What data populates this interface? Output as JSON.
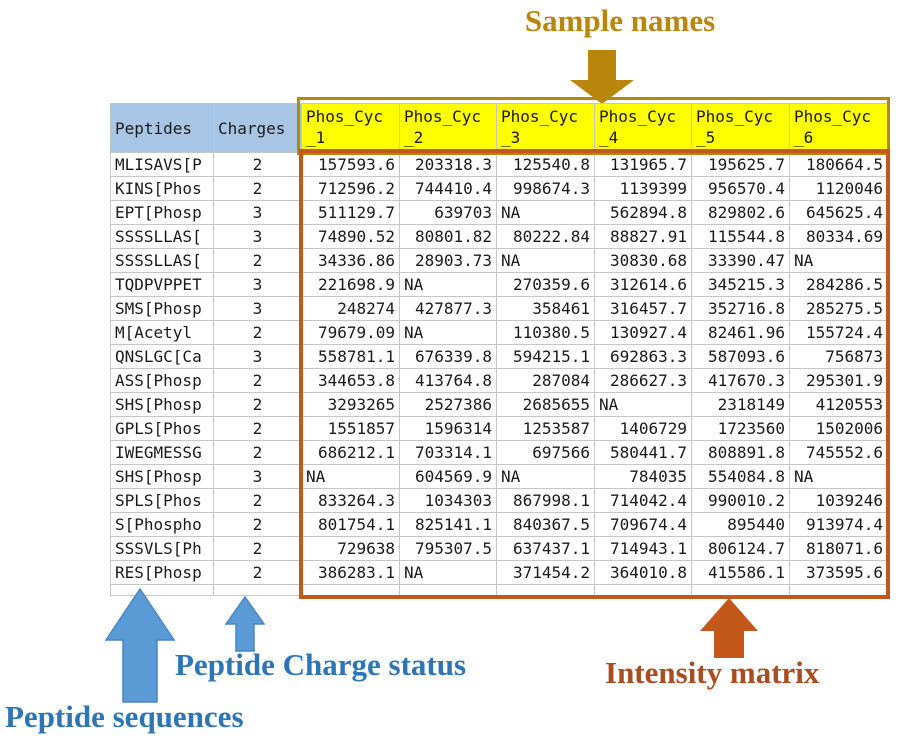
{
  "annotations": {
    "sample_names_label": "Sample names",
    "peptide_sequences_label": "Peptide sequences",
    "peptide_charge_status_label": "Peptide Charge status",
    "intensity_matrix_label": "Intensity matrix"
  },
  "colors": {
    "header_fill": "#a9c5e5",
    "sample_header_fill": "#ffff00",
    "sample_box_border": "#b8860b",
    "sample_annotation": "#b8860b",
    "intensity_box_border": "#c4571a",
    "intensity_annotation_text": "#a84e22",
    "blue_annotation_arrow": "#5b9bd5",
    "blue_annotation_text": "#2e75b6",
    "gridline": "#c6c6c6"
  },
  "table": {
    "peptides_header": "Peptides",
    "charges_header": "Charges",
    "missing_value_text": "NA",
    "sample_columns": [
      {
        "l1": "Phos_Cyc",
        "l2": "_1"
      },
      {
        "l1": "Phos_Cyc",
        "l2": "_2"
      },
      {
        "l1": "Phos_Cyc",
        "l2": "_3"
      },
      {
        "l1": "Phos_Cyc",
        "l2": "_4"
      },
      {
        "l1": "Phos_Cyc",
        "l2": "_5"
      },
      {
        "l1": "Phos_Cyc",
        "l2": "_6"
      }
    ],
    "rows": [
      {
        "peptide": "MLISAVS[P",
        "charge": "2",
        "values": [
          "157593.6",
          "203318.3",
          "125540.8",
          "131965.7",
          "195625.7",
          "180664.5"
        ]
      },
      {
        "peptide": "KINS[Phos",
        "charge": "2",
        "values": [
          "712596.2",
          "744410.4",
          "998674.3",
          "1139399",
          "956570.4",
          "1120046"
        ]
      },
      {
        "peptide": "EPT[Phosp",
        "charge": "3",
        "values": [
          "511129.7",
          "639703",
          "NA",
          "562894.8",
          "829802.6",
          "645625.4"
        ]
      },
      {
        "peptide": "SSSSLLAS[",
        "charge": "3",
        "values": [
          "74890.52",
          "80801.82",
          "80222.84",
          "88827.91",
          "115544.8",
          "80334.69"
        ]
      },
      {
        "peptide": "SSSSLLAS[",
        "charge": "2",
        "values": [
          "34336.86",
          "28903.73",
          "NA",
          "30830.68",
          "33390.47",
          "NA"
        ]
      },
      {
        "peptide": "TQDPVPPET",
        "charge": "3",
        "values": [
          "221698.9",
          "NA",
          "270359.6",
          "312614.6",
          "345215.3",
          "284286.5"
        ]
      },
      {
        "peptide": "SMS[Phosp",
        "charge": "3",
        "values": [
          "248274",
          "427877.3",
          "358461",
          "316457.7",
          "352716.8",
          "285275.5"
        ]
      },
      {
        "peptide": "M[Acetyl",
        "charge": "2",
        "values": [
          "79679.09",
          "NA",
          "110380.5",
          "130927.4",
          "82461.96",
          "155724.4"
        ]
      },
      {
        "peptide": "QNSLGC[Ca",
        "charge": "3",
        "values": [
          "558781.1",
          "676339.8",
          "594215.1",
          "692863.3",
          "587093.6",
          "756873"
        ]
      },
      {
        "peptide": "ASS[Phosp",
        "charge": "2",
        "values": [
          "344653.8",
          "413764.8",
          "287084",
          "286627.3",
          "417670.3",
          "295301.9"
        ]
      },
      {
        "peptide": "SHS[Phosp",
        "charge": "2",
        "values": [
          "3293265",
          "2527386",
          "2685655",
          "NA",
          "2318149",
          "4120553"
        ]
      },
      {
        "peptide": "GPLS[Phos",
        "charge": "2",
        "values": [
          "1551857",
          "1596314",
          "1253587",
          "1406729",
          "1723560",
          "1502006"
        ]
      },
      {
        "peptide": "IWEGMESSG",
        "charge": "2",
        "values": [
          "686212.1",
          "703314.1",
          "697566",
          "580441.7",
          "808891.8",
          "745552.6"
        ]
      },
      {
        "peptide": "SHS[Phosp",
        "charge": "3",
        "values": [
          "NA",
          "604569.9",
          "NA",
          "784035",
          "554084.8",
          "NA"
        ]
      },
      {
        "peptide": "SPLS[Phos",
        "charge": "2",
        "values": [
          "833264.3",
          "1034303",
          "867998.1",
          "714042.4",
          "990010.2",
          "1039246"
        ]
      },
      {
        "peptide": "S[Phospho",
        "charge": "2",
        "values": [
          "801754.1",
          "825141.1",
          "840367.5",
          "709674.4",
          "895440",
          "913974.4"
        ]
      },
      {
        "peptide": "SSSVLS[Ph",
        "charge": "2",
        "values": [
          "729638",
          "795307.5",
          "637437.1",
          "714943.1",
          "806124.7",
          "818071.6"
        ]
      },
      {
        "peptide": "RES[Phosp",
        "charge": "2",
        "values": [
          "386283.1",
          "NA",
          "371454.2",
          "364010.8",
          "415586.1",
          "373595.6"
        ]
      }
    ]
  }
}
